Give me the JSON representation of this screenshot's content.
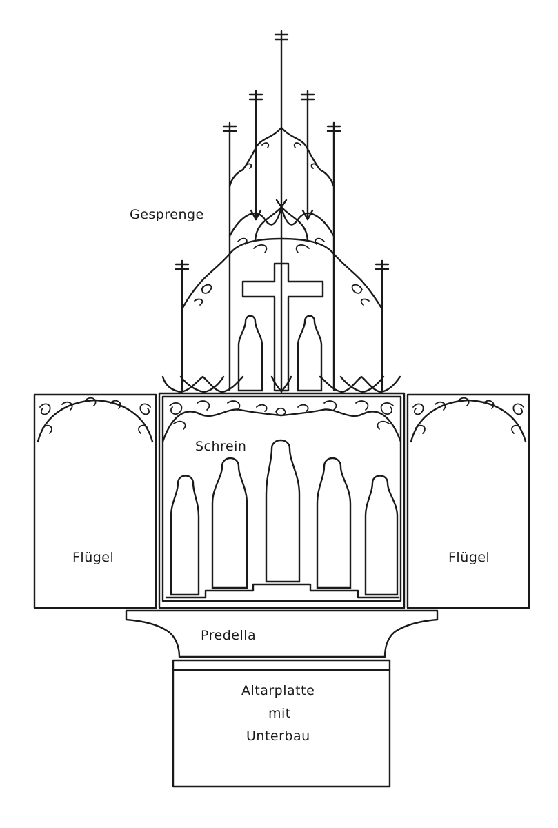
{
  "labels": {
    "gesprenge": "Gesprenge",
    "schrein": "Schrein",
    "fluegel_left": "Flügel",
    "fluegel_right": "Flügel",
    "predella": "Predella",
    "altar_line1": "Altarplatte",
    "altar_line2": "mit",
    "altar_line3": "Unterbau"
  }
}
